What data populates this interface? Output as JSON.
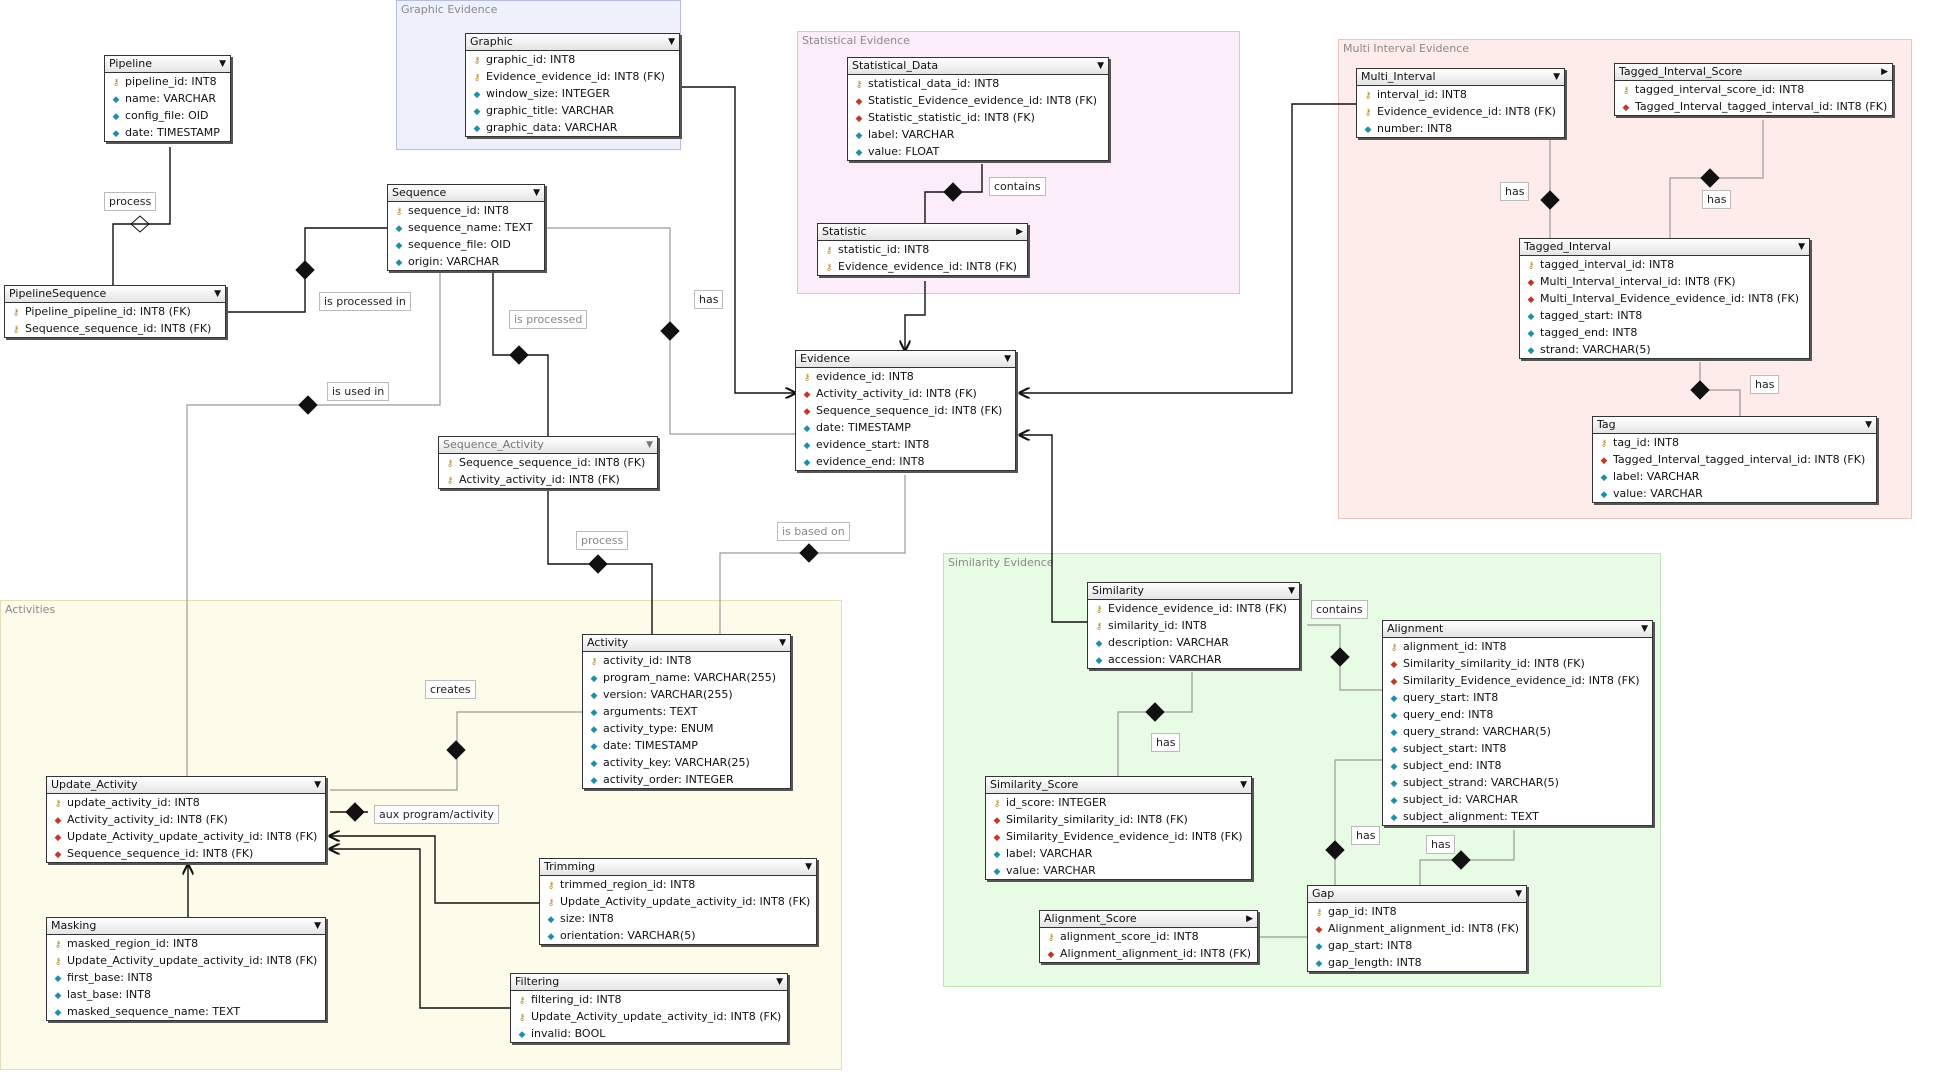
{
  "groups": {
    "graphic": "Graphic Evidence",
    "statistical": "Statistical Evidence",
    "multi": "Multi Interval Evidence",
    "similarity": "Similarity Evidence",
    "activities": "Activities"
  },
  "tables": {
    "pipeline": {
      "name": "Pipeline",
      "cols": [
        "pipeline_id: INT8",
        "name: VARCHAR",
        "config_file: OID",
        "date: TIMESTAMP"
      ]
    },
    "graphic": {
      "name": "Graphic",
      "cols": [
        "graphic_id: INT8",
        "Evidence_evidence_id: INT8 (FK)",
        "window_size: INTEGER",
        "graphic_title: VARCHAR",
        "graphic_data: VARCHAR"
      ]
    },
    "statistical_data": {
      "name": "Statistical_Data",
      "cols": [
        "statistical_data_id: INT8",
        "Statistic_Evidence_evidence_id: INT8 (FK)",
        "Statistic_statistic_id: INT8 (FK)",
        "label: VARCHAR",
        "value: FLOAT"
      ]
    },
    "statistic": {
      "name": "Statistic",
      "cols": [
        "statistic_id: INT8",
        "Evidence_evidence_id: INT8 (FK)"
      ]
    },
    "multi_interval": {
      "name": "Multi_Interval",
      "cols": [
        "interval_id: INT8",
        "Evidence_evidence_id: INT8 (FK)",
        "number: INT8"
      ]
    },
    "tagged_interval_score": {
      "name": "Tagged_Interval_Score",
      "cols": [
        "tagged_interval_score_id: INT8",
        "Tagged_Interval_tagged_interval_id: INT8 (FK)"
      ]
    },
    "tagged_interval": {
      "name": "Tagged_Interval",
      "cols": [
        "tagged_interval_id: INT8",
        "Multi_Interval_interval_id: INT8 (FK)",
        "Multi_Interval_Evidence_evidence_id: INT8 (FK)",
        "tagged_start: INT8",
        "tagged_end: INT8",
        "strand: VARCHAR(5)"
      ]
    },
    "tag": {
      "name": "Tag",
      "cols": [
        "tag_id: INT8",
        "Tagged_Interval_tagged_interval_id: INT8 (FK)",
        "label: VARCHAR",
        "value: VARCHAR"
      ]
    },
    "sequence": {
      "name": "Sequence",
      "cols": [
        "sequence_id: INT8",
        "sequence_name: TEXT",
        "sequence_file: OID",
        "origin: VARCHAR"
      ]
    },
    "pipeline_sequence": {
      "name": "PipelineSequence",
      "cols": [
        "Pipeline_pipeline_id: INT8 (FK)",
        "Sequence_sequence_id: INT8 (FK)"
      ]
    },
    "evidence": {
      "name": "Evidence",
      "cols": [
        "evidence_id: INT8",
        "Activity_activity_id: INT8 (FK)",
        "Sequence_sequence_id: INT8 (FK)",
        "date: TIMESTAMP",
        "evidence_start: INT8",
        "evidence_end: INT8"
      ]
    },
    "sequence_activity": {
      "name": "Sequence_Activity",
      "cols": [
        "Sequence_sequence_id: INT8 (FK)",
        "Activity_activity_id: INT8 (FK)"
      ]
    },
    "activity": {
      "name": "Activity",
      "cols": [
        "activity_id: INT8",
        "program_name: VARCHAR(255)",
        "version: VARCHAR(255)",
        "arguments: TEXT",
        "activity_type: ENUM",
        "date: TIMESTAMP",
        "activity_key: VARCHAR(25)",
        "activity_order: INTEGER"
      ]
    },
    "update_activity": {
      "name": "Update_Activity",
      "cols": [
        "update_activity_id: INT8",
        "Activity_activity_id: INT8 (FK)",
        "Update_Activity_update_activity_id: INT8 (FK)",
        "Sequence_sequence_id: INT8 (FK)"
      ]
    },
    "masking": {
      "name": "Masking",
      "cols": [
        "masked_region_id: INT8",
        "Update_Activity_update_activity_id: INT8 (FK)",
        "first_base: INT8",
        "last_base: INT8",
        "masked_sequence_name: TEXT"
      ]
    },
    "trimming": {
      "name": "Trimming",
      "cols": [
        "trimmed_region_id: INT8",
        "Update_Activity_update_activity_id: INT8 (FK)",
        "size: INT8",
        "orientation: VARCHAR(5)"
      ]
    },
    "filtering": {
      "name": "Filtering",
      "cols": [
        "filtering_id: INT8",
        "Update_Activity_update_activity_id: INT8 (FK)",
        "invalid: BOOL"
      ]
    },
    "similarity": {
      "name": "Similarity",
      "cols": [
        "Evidence_evidence_id: INT8 (FK)",
        "similarity_id: INT8",
        "description: VARCHAR",
        "accession: VARCHAR"
      ]
    },
    "alignment": {
      "name": "Alignment",
      "cols": [
        "alignment_id: INT8",
        "Similarity_similarity_id: INT8 (FK)",
        "Similarity_Evidence_evidence_id: INT8 (FK)",
        "query_start: INT8",
        "query_end: INT8",
        "query_strand: VARCHAR(5)",
        "subject_start: INT8",
        "subject_end: INT8",
        "subject_strand: VARCHAR(5)",
        "subject_id: VARCHAR",
        "subject_alignment: TEXT"
      ]
    },
    "similarity_score": {
      "name": "Similarity_Score",
      "cols": [
        "id_score: INTEGER",
        "Similarity_similarity_id: INT8 (FK)",
        "Similarity_Evidence_evidence_id: INT8 (FK)",
        "label: VARCHAR",
        "value: VARCHAR"
      ]
    },
    "alignment_score": {
      "name": "Alignment_Score",
      "cols": [
        "alignment_score_id: INT8",
        "Alignment_alignment_id: INT8 (FK)"
      ]
    },
    "gap": {
      "name": "Gap",
      "cols": [
        "gap_id: INT8",
        "Alignment_alignment_id: INT8 (FK)",
        "gap_start: INT8",
        "gap_length: INT8"
      ]
    }
  },
  "labels": {
    "process1": "process",
    "is_processed_in": "is processed in",
    "is_processed": "is processed",
    "has_seq": "has",
    "is_used_in": "is used in",
    "contains_stat": "contains",
    "has_mi": "has",
    "has_tis": "has",
    "has_tag": "has",
    "process2": "process",
    "is_based_on": "is based on",
    "creates": "creates",
    "aux": "aux program/activity",
    "contains_sim": "contains",
    "has_simscore": "has",
    "has_gap1": "has",
    "has_gap2": "has"
  }
}
